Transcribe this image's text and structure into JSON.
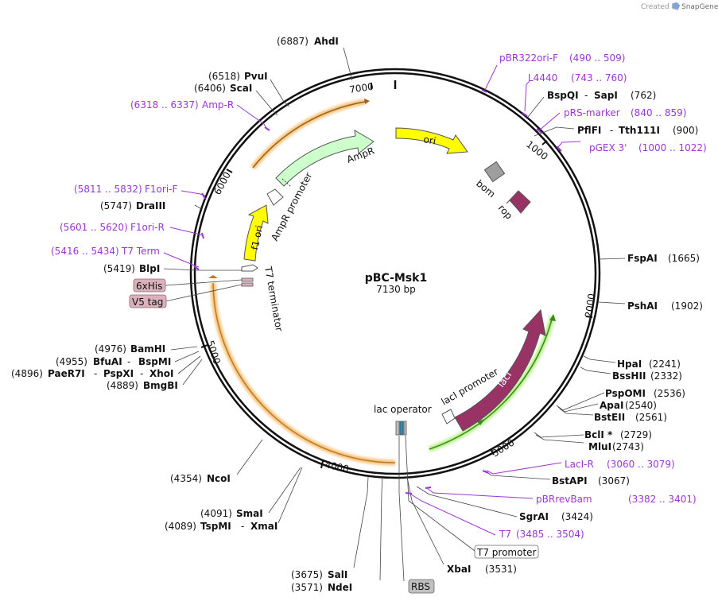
{
  "credit": {
    "prefix": "Created by",
    "brand": "SnapGene"
  },
  "plasmid": {
    "name": "pBC-Msk1",
    "size": "7130 bp"
  },
  "ticks": [
    "1000",
    "2000",
    "3000",
    "4000",
    "5000",
    "6000",
    "7000"
  ],
  "features": {
    "ori": "ori",
    "bom": "bom",
    "rop": "rop",
    "ampr": "AmpR",
    "ampr_promoter": "AmpR promoter",
    "f1_ori": "f1 ori",
    "t7_terminator": "T7 terminator",
    "laci": "lacI",
    "laci_promoter": "lacI promoter",
    "lac_operator": "lac operator",
    "his_tag": "6xHis",
    "v5_tag": "V5 tag",
    "rbs": "RBS",
    "t7_promoter": "T7 promoter"
  },
  "enzymes": {
    "ahdi": {
      "pos": "(6887)",
      "name": "AhdI"
    },
    "pvui": {
      "pos": "(6518)",
      "name": "PvuI"
    },
    "scai": {
      "pos": "(6406)",
      "name": "ScaI"
    },
    "draiii": {
      "pos": "(5747)",
      "name": "DraIII"
    },
    "blpi": {
      "pos": "(5419)",
      "name": "BlpI"
    },
    "bamhi": {
      "pos": "(4976)",
      "name": "BamHI"
    },
    "bfuai": {
      "pos": "(4955)",
      "name": "BfuAI",
      "dash": "-",
      "name2": "BspMI"
    },
    "paer7i": {
      "pos": "(4896)",
      "name": "PaeR7I",
      "dash": "-",
      "name2": "PspXI",
      "dash2": "-",
      "name3": "XhoI"
    },
    "bmgbi": {
      "pos": "(4889)",
      "name": "BmgBI"
    },
    "ncoi": {
      "pos": "(4354)",
      "name": "NcoI"
    },
    "smai": {
      "pos": "(4091)",
      "name": "SmaI"
    },
    "tspmi": {
      "pos": "(4089)",
      "name": "TspMI",
      "dash": "-",
      "name2": "XmaI"
    },
    "sali": {
      "pos": "(3675)",
      "name": "SalI"
    },
    "ndei": {
      "pos": "(3571)",
      "name": "NdeI"
    },
    "xbai": {
      "name": "XbaI",
      "pos": "(3531)"
    },
    "sgrai": {
      "name": "SgrAI",
      "pos": "(3424)"
    },
    "bstapi": {
      "name": "BstAPI",
      "pos": "(3067)"
    },
    "mlui": {
      "name": "MluI",
      "pos": "(2743)"
    },
    "bcli": {
      "name": "BclI *",
      "pos": "(2729)"
    },
    "bsteii": {
      "name": "BstEII",
      "pos": "(2561)"
    },
    "apai": {
      "name": "ApaI",
      "pos": "(2540)"
    },
    "pspomi": {
      "name": "PspOMI",
      "pos": "(2536)"
    },
    "bsshii": {
      "name": "BssHII",
      "pos": "(2332)"
    },
    "hpai": {
      "name": "HpaI",
      "pos": "(2241)"
    },
    "pshai": {
      "name": "PshAI",
      "pos": "(1902)"
    },
    "fspai": {
      "name": "FspAI",
      "pos": "(1665)"
    },
    "pflfi": {
      "name": "PflFI",
      "dash": "-",
      "name2": "Tth111I",
      "pos": "(900)"
    },
    "bspqi": {
      "name": "BspQI",
      "dash": "-",
      "name2": "SapI",
      "pos": "(762)"
    }
  },
  "primers": {
    "pbr322ori_f": {
      "name": "pBR322ori-F",
      "range": "(490 .. 509)"
    },
    "l4440": {
      "name": "L4440",
      "range": "(743 .. 760)"
    },
    "prs_marker": {
      "name": "pRS-marker",
      "range": "(840 .. 859)"
    },
    "pgex3": {
      "name": "pGEX 3'",
      "range": "(1000 .. 1022)"
    },
    "amp_r": {
      "range": "(6318 .. 6337)",
      "name": "Amp-R"
    },
    "f1ori_f": {
      "range": "(5811 .. 5832)",
      "name": "F1ori-F"
    },
    "f1ori_r": {
      "range": "(5601 .. 5620)",
      "name": "F1ori-R"
    },
    "t7_term": {
      "range": "(5416 .. 5434)",
      "name": "T7 Term"
    },
    "laci_r": {
      "name": "LacI-R",
      "range": "(3060 .. 3079)"
    },
    "pbrrevbam": {
      "name": "pBRrevBam",
      "range": "(3382 .. 3401)"
    },
    "t7": {
      "name": "T7",
      "range": "(3485 .. 3504)"
    }
  },
  "colors": {
    "ori": "#ffff00",
    "ampr": "#ccffcc",
    "f1_ori": "#ffff00",
    "bom": "#9e9e9e",
    "rop": "#993366",
    "laci": "#993366",
    "tag": "#dbb1bd",
    "rbs": "#c0c0c0",
    "primer": "#9b36d6",
    "orange_glow": "#f5c27a",
    "green_glow": "#b8f08a"
  }
}
